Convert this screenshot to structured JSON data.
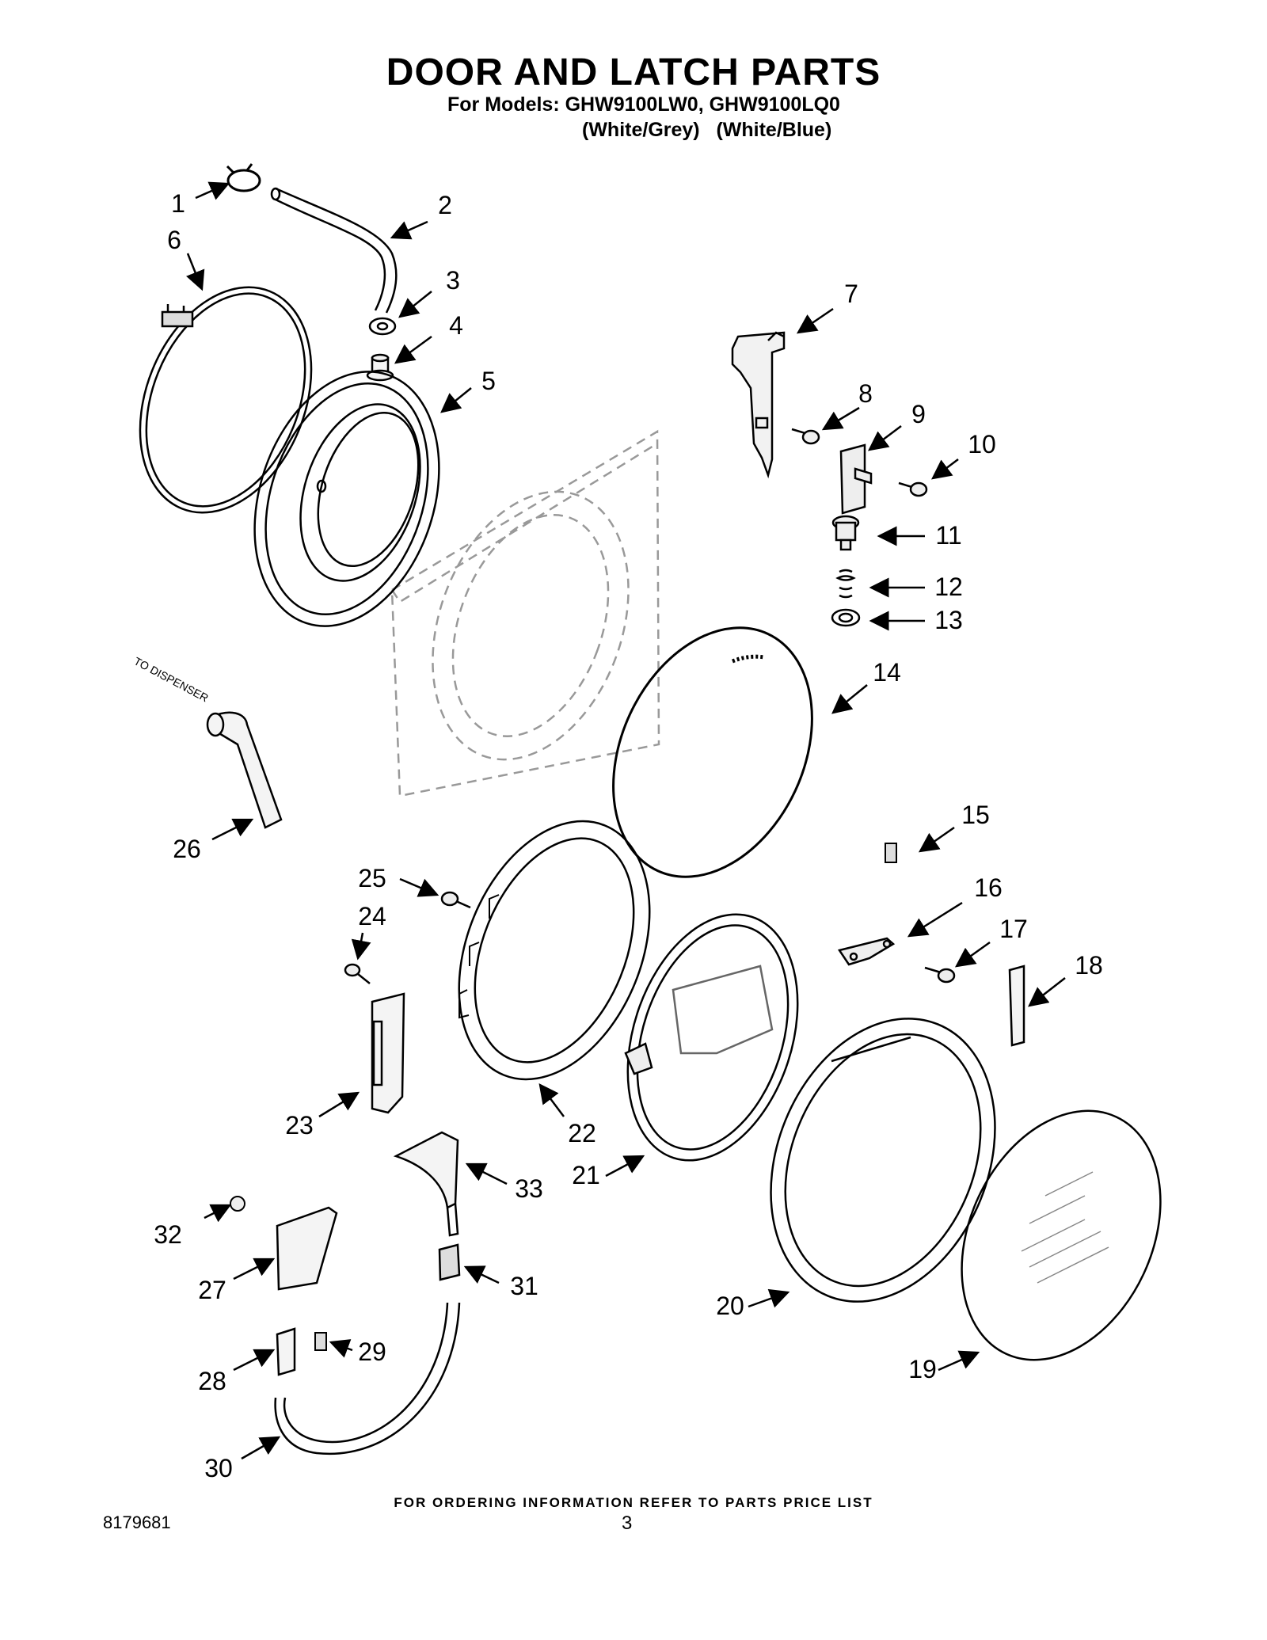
{
  "header": {
    "title": "DOOR AND LATCH PARTS",
    "models_line": "For Models: GHW9100LW0, GHW9100LQ0",
    "colors_line": "(White/Grey)   (White/Blue)"
  },
  "annotation": {
    "to_dispenser": "TO DISPENSER"
  },
  "callouts": [
    "1",
    "2",
    "3",
    "4",
    "5",
    "6",
    "7",
    "8",
    "9",
    "10",
    "11",
    "12",
    "13",
    "14",
    "15",
    "16",
    "17",
    "18",
    "19",
    "20",
    "21",
    "22",
    "23",
    "24",
    "25",
    "26",
    "27",
    "28",
    "29",
    "30",
    "31",
    "32",
    "33"
  ],
  "footer": {
    "ordering_note": "FOR ORDERING INFORMATION REFER TO PARTS PRICE LIST",
    "doc_number": "8179681",
    "page_number": "3"
  }
}
